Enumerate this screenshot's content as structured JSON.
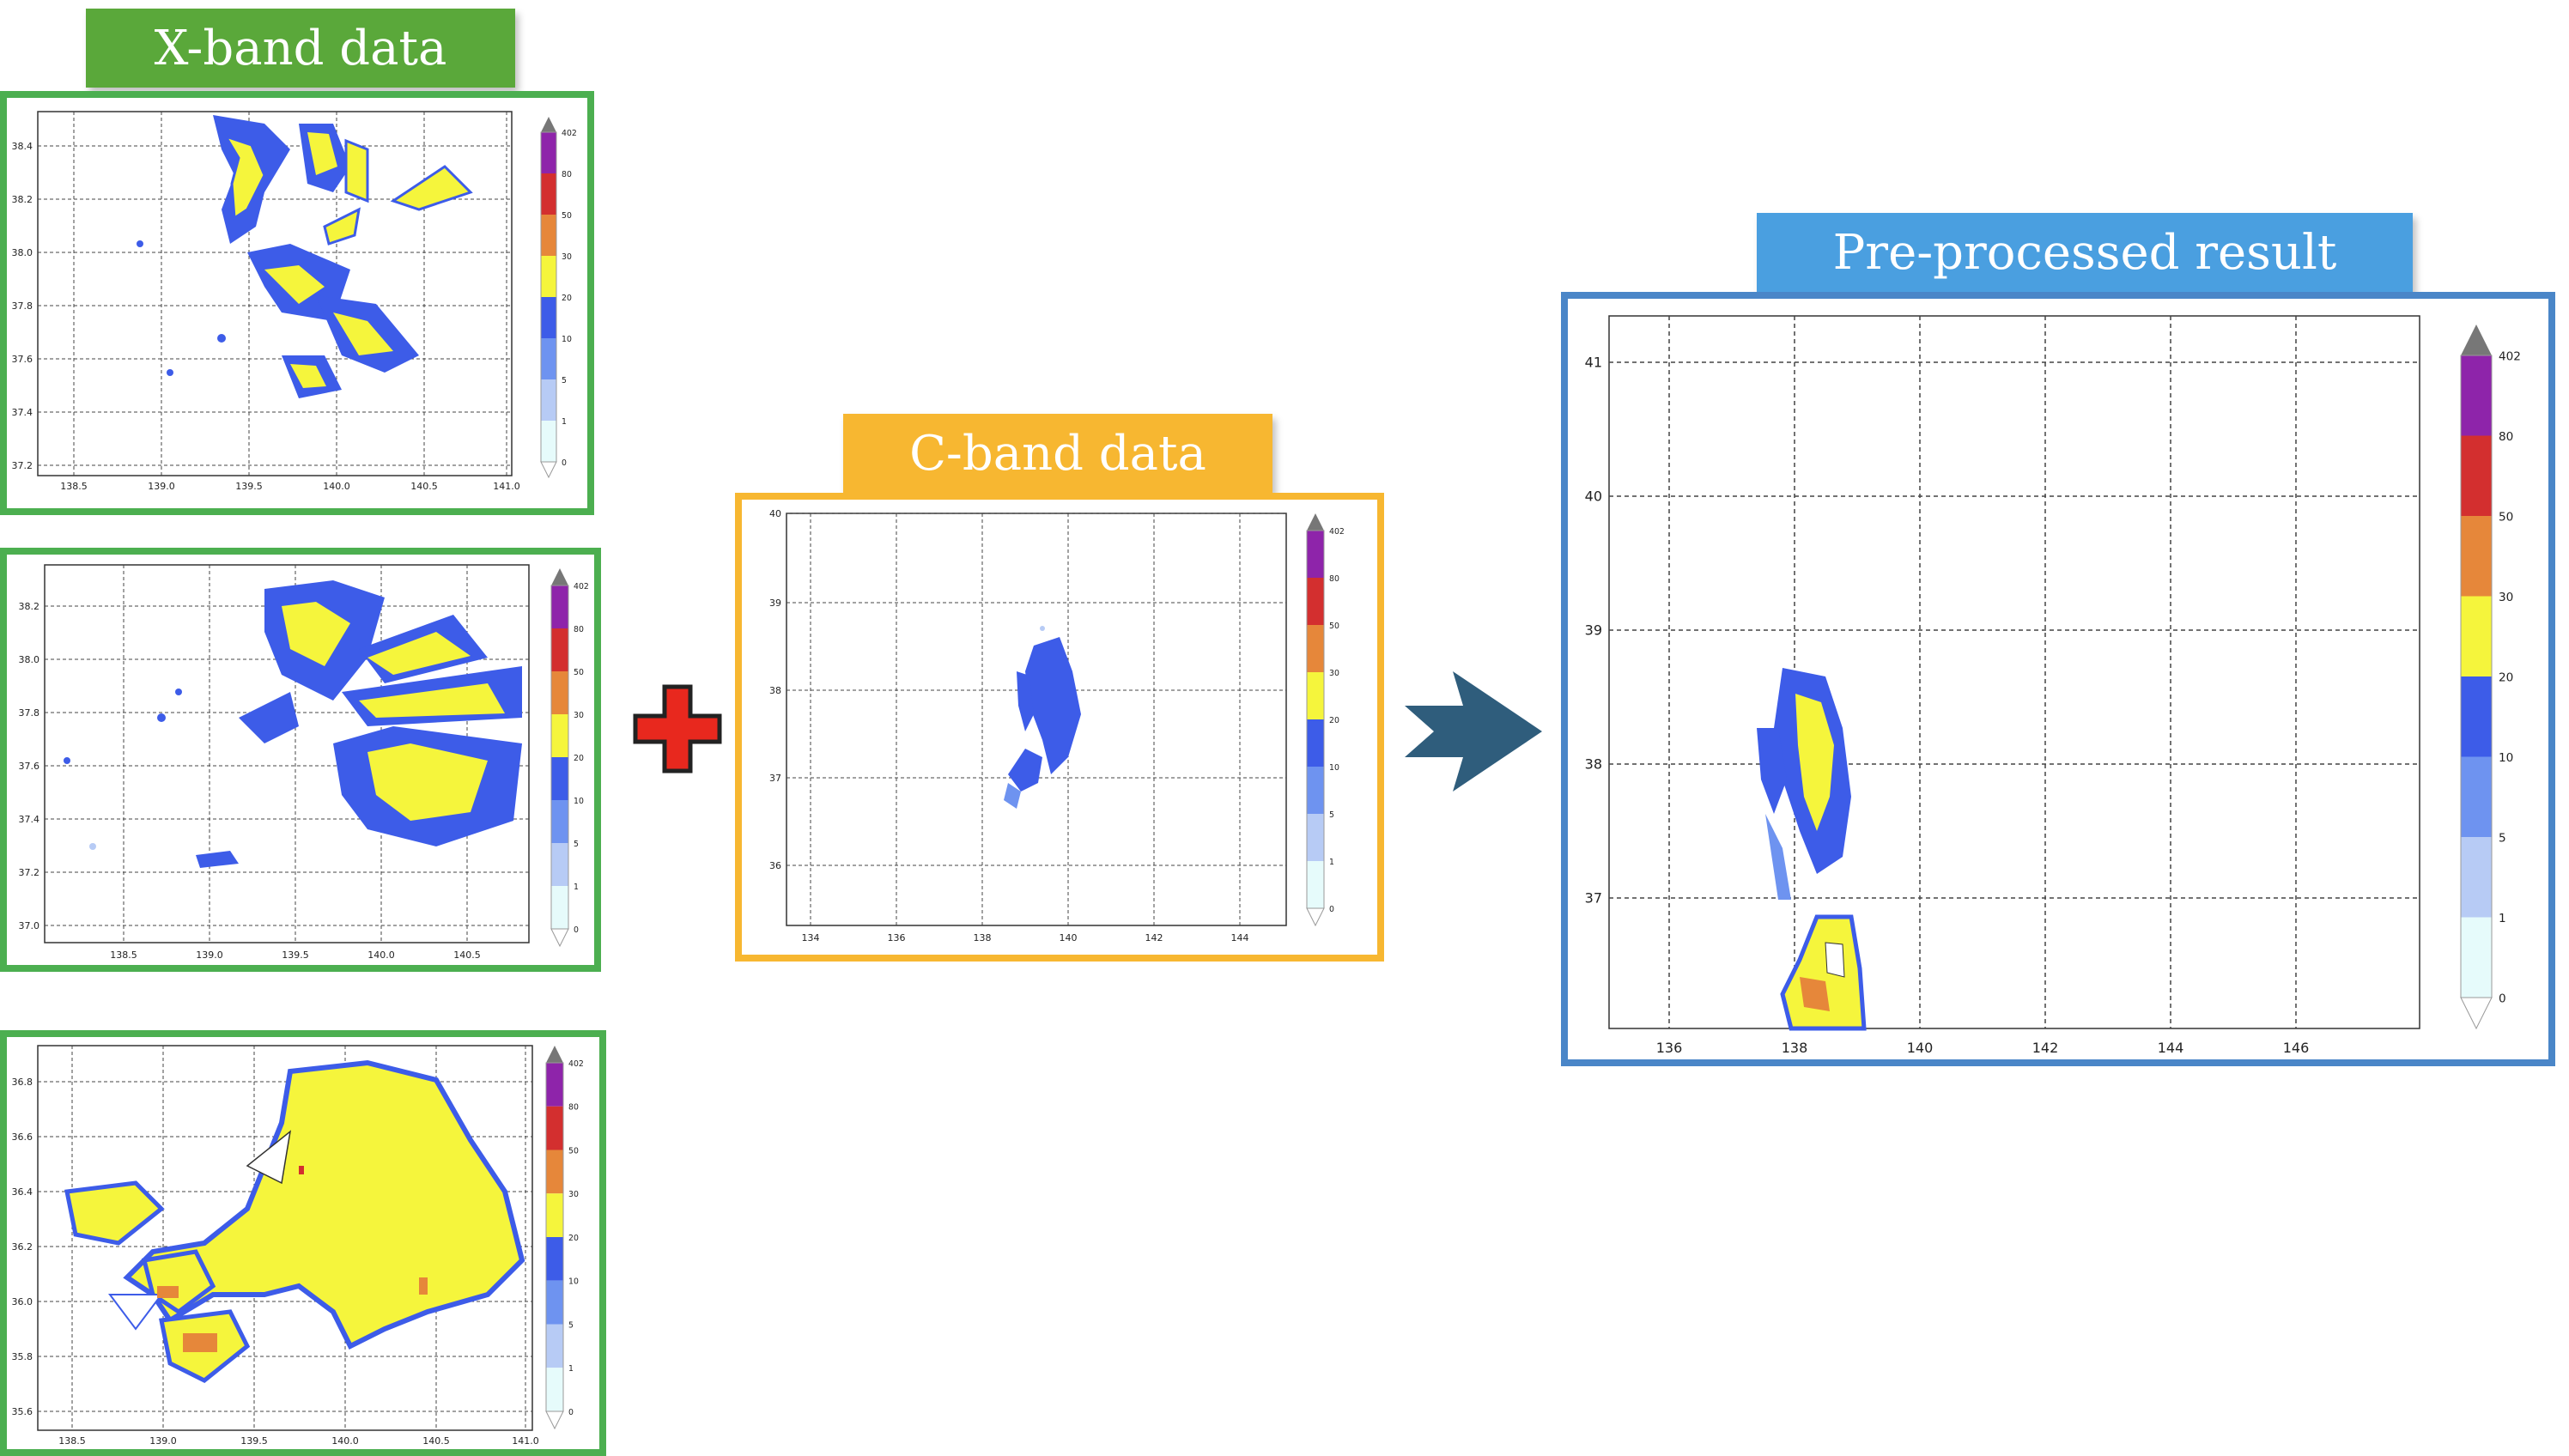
{
  "labels": {
    "xband": "X-band data",
    "cband": "C-band data",
    "result": "Pre-processed result"
  },
  "colors": {
    "green": "#4caf50",
    "green_label": "#5aa83a",
    "orange": "#f7b731",
    "blue": "#4a86c8",
    "blue_label": "#4a9fe0",
    "arrow": "#2f5d7c",
    "plus": "#e8281e"
  },
  "colorbar": {
    "levels": [
      "402",
      "80",
      "50",
      "30",
      "20",
      "10",
      "5",
      "1",
      "0"
    ],
    "colors": [
      "#8e24aa",
      "#d32f2f",
      "#e6873a",
      "#f5f53c",
      "#3d5ce8",
      "#6e93f0",
      "#b7cbf5",
      "#e6fbfb"
    ]
  },
  "panels": {
    "x1": {
      "xticks": [
        "138.5",
        "139.0",
        "139.5",
        "140.0",
        "140.5",
        "141.0"
      ],
      "yticks": [
        "38.4",
        "38.2",
        "38.0",
        "37.8",
        "37.6",
        "37.4",
        "37.2"
      ]
    },
    "x2": {
      "xticks": [
        "138.5",
        "139.0",
        "139.5",
        "140.0",
        "140.5"
      ],
      "yticks": [
        "38.2",
        "38.0",
        "37.8",
        "37.6",
        "37.4",
        "37.2",
        "37.0"
      ]
    },
    "x3": {
      "xticks": [
        "138.5",
        "139.0",
        "139.5",
        "140.0",
        "140.5",
        "141.0"
      ],
      "yticks": [
        "36.8",
        "36.6",
        "36.4",
        "36.2",
        "36.0",
        "35.8",
        "35.6"
      ]
    },
    "c": {
      "xticks": [
        "134",
        "136",
        "138",
        "140",
        "142",
        "144"
      ],
      "yticks": [
        "40",
        "39",
        "38",
        "37",
        "36"
      ]
    },
    "r": {
      "xticks": [
        "136",
        "138",
        "140",
        "142",
        "144",
        "146"
      ],
      "yticks": [
        "41",
        "40",
        "39",
        "38",
        "37"
      ]
    }
  }
}
